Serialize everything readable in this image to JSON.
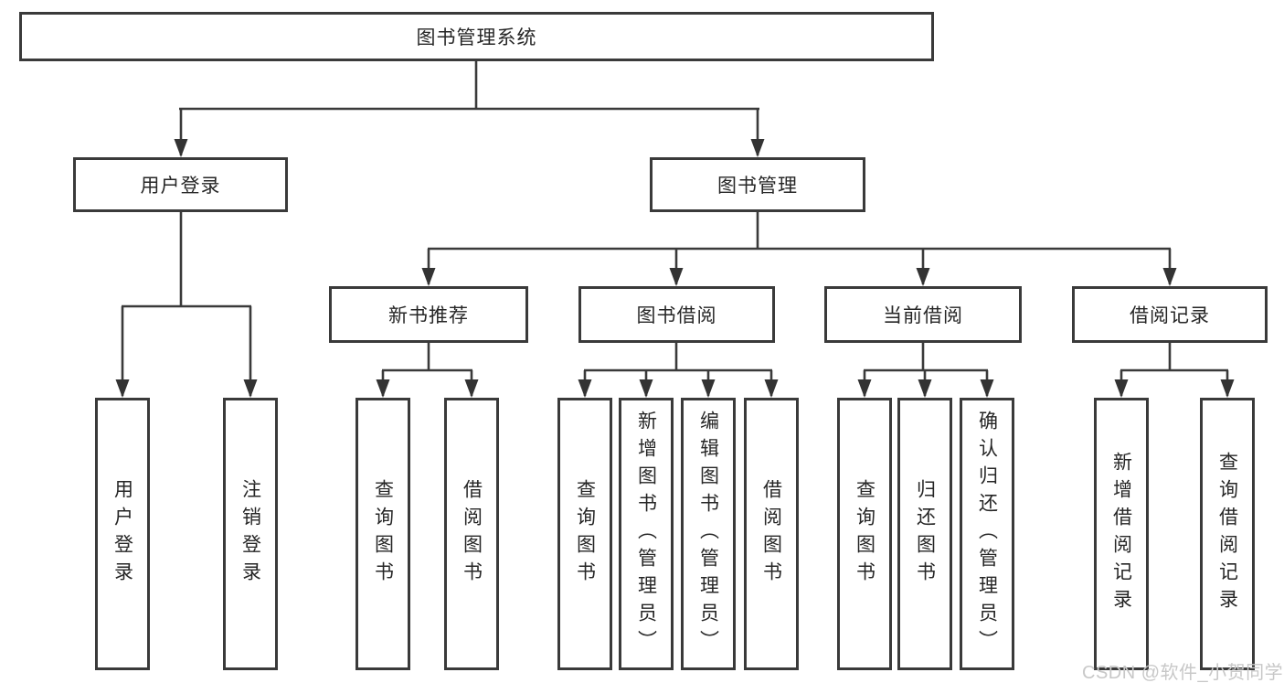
{
  "diagram": {
    "root": {
      "label": "图书管理系统"
    },
    "branches": [
      {
        "label": "用户登录",
        "children": [
          {
            "label": "用户登录"
          },
          {
            "label": "注销登录"
          }
        ]
      },
      {
        "label": "图书管理",
        "children": [
          {
            "label": "新书推荐",
            "children": [
              {
                "label": "查询图书"
              },
              {
                "label": "借阅图书"
              }
            ]
          },
          {
            "label": "图书借阅",
            "children": [
              {
                "label": "查询图书"
              },
              {
                "label": "新增图书（管理员）"
              },
              {
                "label": "编辑图书（管理员）"
              },
              {
                "label": "借阅图书"
              }
            ]
          },
          {
            "label": "当前借阅",
            "children": [
              {
                "label": "查询图书"
              },
              {
                "label": "归还图书"
              },
              {
                "label": "确认归还（管理员）"
              }
            ]
          },
          {
            "label": "借阅记录",
            "children": [
              {
                "label": "新增借阅记录"
              },
              {
                "label": "查询借阅记录"
              }
            ]
          }
        ]
      }
    ]
  },
  "watermark": {
    "text": "CSDN @软件_小贺同学"
  },
  "colors": {
    "line": "#3a3a3a",
    "box_border": "#3a3a3a",
    "text": "#262626",
    "watermark": "#c8c8c8",
    "background": "#ffffff"
  }
}
